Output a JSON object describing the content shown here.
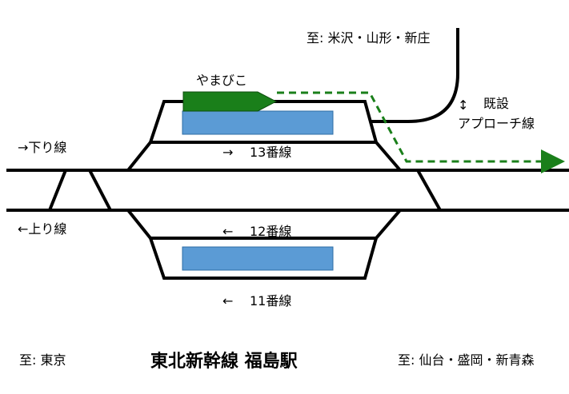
{
  "diagram": {
    "title": "東北新幹線 福島駅",
    "labels": {
      "to_yonezawa": "至: 米沢・山形・新庄",
      "existing_approach_1": "既設",
      "existing_approach_2": "アプローチ線",
      "yamabiko": "やまびこ",
      "down_line": "→下り線",
      "up_line": "←上り線",
      "track13": "13番線",
      "track12": "12番線",
      "track11": "11番線",
      "to_tokyo": "至: 東京",
      "to_sendai": "至: 仙台・盛岡・新青森"
    },
    "arrows": {
      "right": "→",
      "left": "←",
      "updown": "↕"
    },
    "colors": {
      "track": "#000000",
      "platform": "#5b9bd5",
      "train": "#1a7f1a",
      "route": "#1a7f1a"
    }
  }
}
